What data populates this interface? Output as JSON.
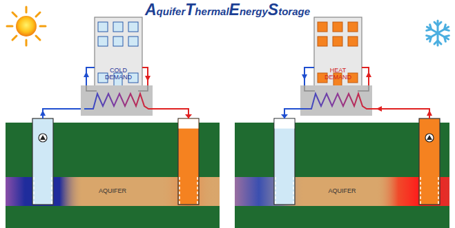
{
  "diagram": {
    "title": "AquiferThermalEnergyStorage",
    "nodes": [
      {
        "text": [
          "COLD DEMAND"
        ]
      },
      {
        "text": [
          "AQUIFER"
        ]
      },
      {
        "text": [
          "HEAT DEMAND"
        ]
      },
      {
        "text": [
          "AQUIFER"
        ]
      }
    ]
  }
}
